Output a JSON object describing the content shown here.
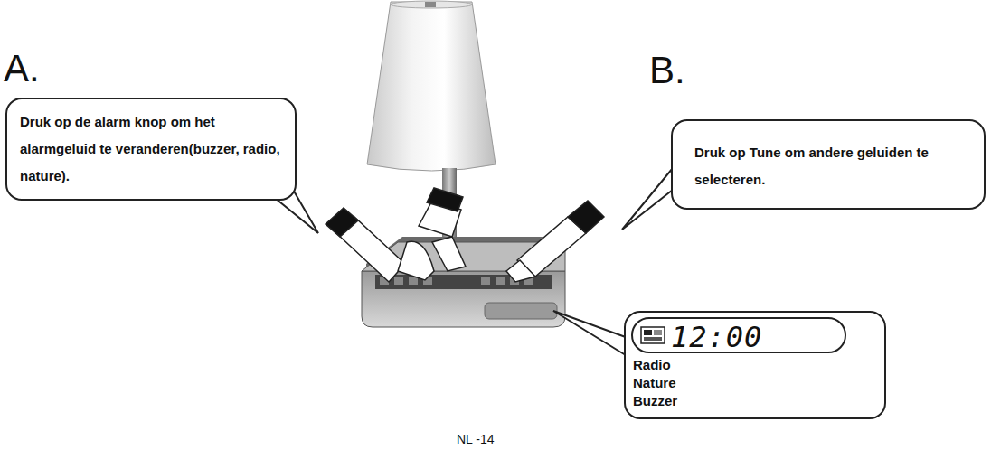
{
  "diagram": {
    "nodes": [
      {
        "text": [
          "A.",
          "Druk op de alarm knop om het alarmgeluid te veranderen(buzzer, radio, nature)."
        ]
      },
      {
        "text": [
          "B.",
          "Druk op Tune om andere geluiden te selecteren."
        ]
      },
      {
        "text": [
          "Radio",
          "Nature",
          "Buzzer"
        ]
      },
      {
        "text": [
          "12:00"
        ],
        "in": 2
      }
    ],
    "labels": [
      "NL -14"
    ]
  }
}
